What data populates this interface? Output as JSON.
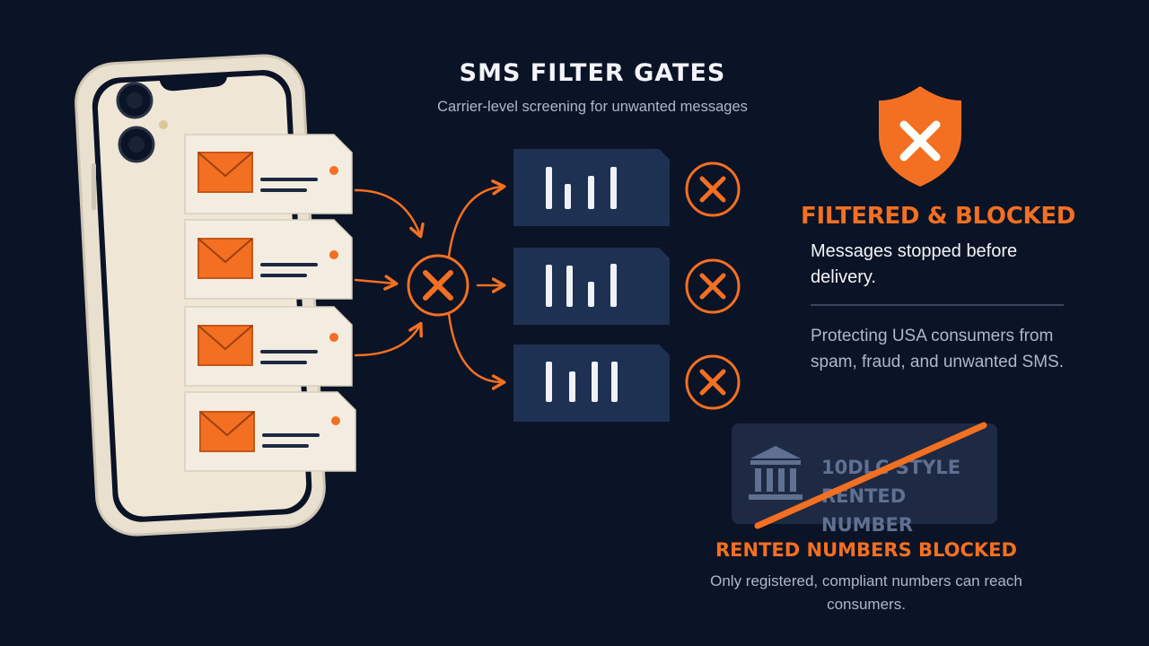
{
  "header": {
    "title": "SMS FILTER GATES",
    "subtitle": "Carrier-level screening for unwanted messages"
  },
  "status": {
    "title": "FILTERED & BLOCKED",
    "description": "Messages stopped before delivery.",
    "note": "Protecting USA consumers from spam, fraud, and unwanted SMS."
  },
  "rented": {
    "card_label_line1": "10DLC STYLE",
    "card_label_line2": "RENTED NUMBER",
    "title": "RENTED NUMBERS BLOCKED",
    "text": "Only registered, compliant numbers can reach consumers."
  },
  "icons": {
    "message": "envelope-icon",
    "gate": "signal-bars-icon",
    "block": "x-circle-icon",
    "shield": "shield-x-icon",
    "bank": "bank-icon"
  },
  "colors": {
    "background": "#0b1326",
    "accent": "#f36f21",
    "card": "#f3ece0",
    "gate": "#1f3152"
  }
}
